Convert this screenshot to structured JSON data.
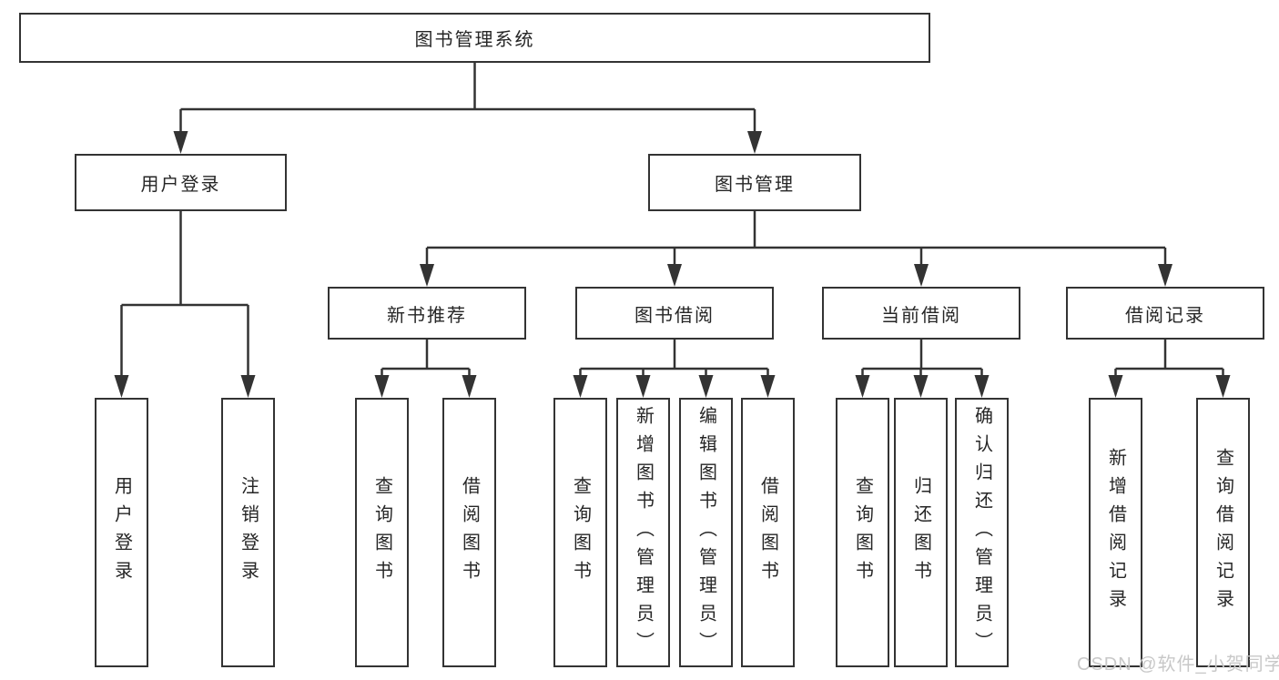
{
  "diagram": {
    "root": {
      "label": "图书管理系统"
    },
    "level2": [
      {
        "label": "用户登录"
      },
      {
        "label": "图书管理"
      }
    ],
    "level3": [
      {
        "label": "新书推荐"
      },
      {
        "label": "图书借阅"
      },
      {
        "label": "当前借阅"
      },
      {
        "label": "借阅记录"
      }
    ],
    "leaves": {
      "user_login": [
        {
          "label": "用户登录"
        },
        {
          "label": "注销登录"
        }
      ],
      "new_book": [
        {
          "label": "查询图书"
        },
        {
          "label": "借阅图书"
        }
      ],
      "book_borrow": [
        {
          "label": "查询图书"
        },
        {
          "label": "新增图书（管理员）"
        },
        {
          "label": "编辑图书（管理员）"
        },
        {
          "label": "借阅图书"
        }
      ],
      "current_borrow": [
        {
          "label": "查询图书"
        },
        {
          "label": "归还图书"
        },
        {
          "label": "确认归还（管理员）"
        }
      ],
      "borrow_record": [
        {
          "label": "新增借阅记录"
        },
        {
          "label": "查询借阅记录"
        }
      ]
    },
    "watermark": "CSDN @软件_小贺同学",
    "colors": {
      "line": "#333333",
      "text": "#262626",
      "watermark": "#c8c8c8",
      "background": "#ffffff"
    }
  }
}
